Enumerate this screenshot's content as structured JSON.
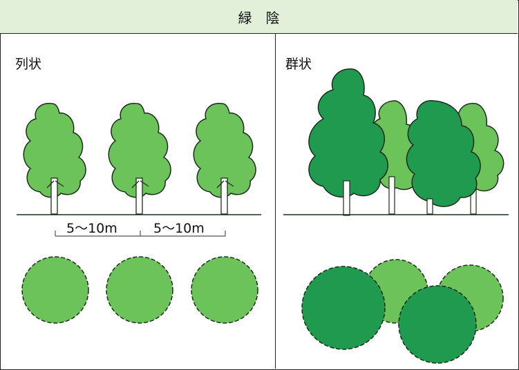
{
  "title": "緑　陰",
  "left_panel": {
    "label": "列状",
    "spacing_label_1": "5〜10m",
    "spacing_label_2": "5〜10m"
  },
  "right_panel": {
    "label": "群状"
  },
  "colors": {
    "header_bg": "#e2f0d9",
    "light_green": "#6cc35a",
    "dark_green": "#1f9a4e",
    "trunk": "#ffffff",
    "outline": "#1d2b1d"
  }
}
